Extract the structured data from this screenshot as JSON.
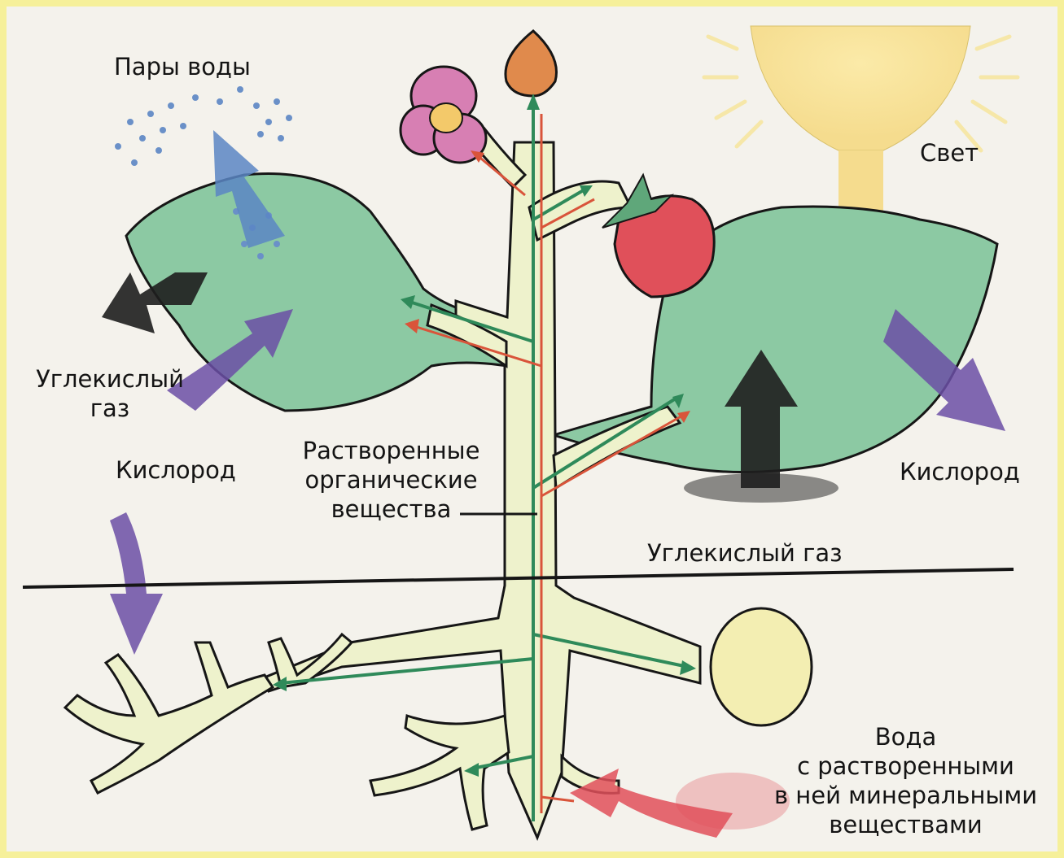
{
  "labels": {
    "water_vapor": "Пары воды",
    "light": "Свет",
    "co2_left": "Углекислый\nгаз",
    "oxygen_left": "Кислород",
    "organic": "Растворенные\nорганические\nвещества",
    "oxygen_right": "Кислород",
    "co2_right": "Углекислый газ",
    "water_minerals": "Вода\nс растворенными\nв ней минеральными\nвеществами"
  },
  "colors": {
    "leaf": "#8cc9a3",
    "stem": "#eef2cc",
    "water_flow": "#2f8a5a",
    "organic_flow": "#d9543a",
    "co2": "#1e1e1e",
    "oxygen": "#6b4fa6",
    "water_vapor": "#5b86c4",
    "light": "#f5dc8e",
    "berry": "#e0505a",
    "flower": "#d77fb3",
    "bud": "#e08a4c"
  }
}
